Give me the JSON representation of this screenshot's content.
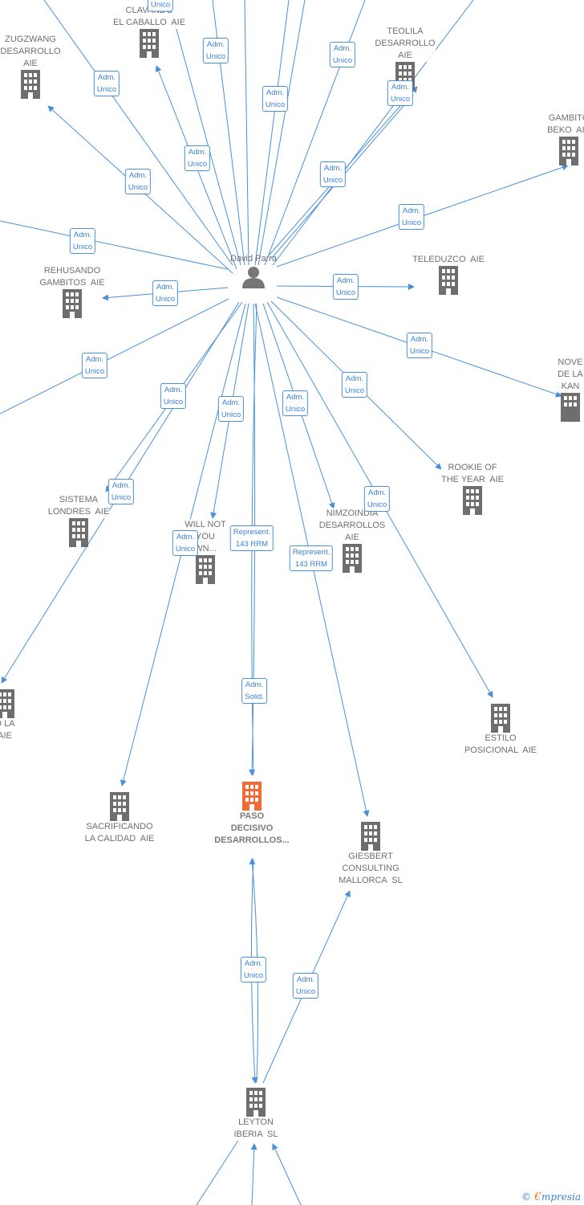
{
  "colors": {
    "edge": "#4a90d9",
    "building": "#6e6e6e",
    "focus_building": "#f26b35",
    "person": "#777777"
  },
  "person": {
    "name": "David Parra",
    "icon": "person-icon"
  },
  "companies": [
    {
      "id": "clavando",
      "label": "CLAVANDO\nEL CABALLO  AIE"
    },
    {
      "id": "zugzwang",
      "label": "ZUGZWANG\nDESARROLLO\nAIE"
    },
    {
      "id": "teolila",
      "label": "TEOLILA\nDESARROLLO\nAIE"
    },
    {
      "id": "gambito_beko",
      "label": "GAMBITO\nBEKO  AIE"
    },
    {
      "id": "teleduzco",
      "label": "TELEDUZCO  AIE"
    },
    {
      "id": "rehusando",
      "label": "REHUSANDO\nGAMBITOS  AIE"
    },
    {
      "id": "novela",
      "label": "NOVE\nDE LA\nKAN"
    },
    {
      "id": "rookie",
      "label": "ROOKIE OF\nTHE YEAR  AIE"
    },
    {
      "id": "sistema",
      "label": "SISTEMA\nLONDRES  AIE"
    },
    {
      "id": "will_not",
      "label": "WILL NOT\nYOU\nWN..."
    },
    {
      "id": "nimzoindia",
      "label": "NIMZOINDIA\nDESARROLLOS\nAIE"
    },
    {
      "id": "estilo",
      "label": "ESTILO\nPOSICIONAL  AIE"
    },
    {
      "id": "o_la",
      "label": "O LA\nAIE"
    },
    {
      "id": "sacrificando",
      "label": "SACRIFICANDO\nLA CALIDAD  AIE"
    },
    {
      "id": "paso",
      "label": "PASO\nDECISIVO\nDESARROLLOS...",
      "focus": true
    },
    {
      "id": "giesbert",
      "label": "GIESBERT\nCONSULTING\nMALLORCA  SL"
    },
    {
      "id": "leyton",
      "label": "LEYTON\nIBERIA  SL"
    }
  ],
  "relations": [
    {
      "id": "r_top",
      "label": "Unico"
    },
    {
      "id": "r1",
      "label": "Adm.\nUnico"
    },
    {
      "id": "r2",
      "label": "Adm.\nUnico"
    },
    {
      "id": "r3",
      "label": "Adm.\nUnico"
    },
    {
      "id": "r4",
      "label": "Adm.\nUnico"
    },
    {
      "id": "r5",
      "label": "Adm.\nUnico"
    },
    {
      "id": "r6",
      "label": "Adm.\nUnico"
    },
    {
      "id": "r7",
      "label": "Adm.\nUnico"
    },
    {
      "id": "r8",
      "label": "Adm.\nUnico"
    },
    {
      "id": "r9",
      "label": "Adm.\nUnico"
    },
    {
      "id": "r10",
      "label": "Adm.\nUnico"
    },
    {
      "id": "r11",
      "label": "Adm.\nUnico"
    },
    {
      "id": "r12",
      "label": "Adm.\nUnico"
    },
    {
      "id": "r13",
      "label": "Adm.\nUnico"
    },
    {
      "id": "r14",
      "label": "Adm.\nUnico"
    },
    {
      "id": "r15",
      "label": "Adm.\nUnico"
    },
    {
      "id": "r16",
      "label": "Adm.\nUnico"
    },
    {
      "id": "r17",
      "label": "Adm.\nUnico"
    },
    {
      "id": "r18",
      "label": "Adm.\nUnico"
    },
    {
      "id": "r19",
      "label": "Adm.\nUnico"
    },
    {
      "id": "r20",
      "label": "Represent.\n143 RRM"
    },
    {
      "id": "r21",
      "label": "Represent.\n143 RRM"
    },
    {
      "id": "r22",
      "label": "Adm.\nSolid."
    },
    {
      "id": "r23",
      "label": "Adm.\nUnico"
    },
    {
      "id": "r24",
      "label": "Adm.\nUnico"
    }
  ],
  "footer": {
    "copyright": "©",
    "brand_first": "€",
    "brand_rest": "mpresia"
  }
}
